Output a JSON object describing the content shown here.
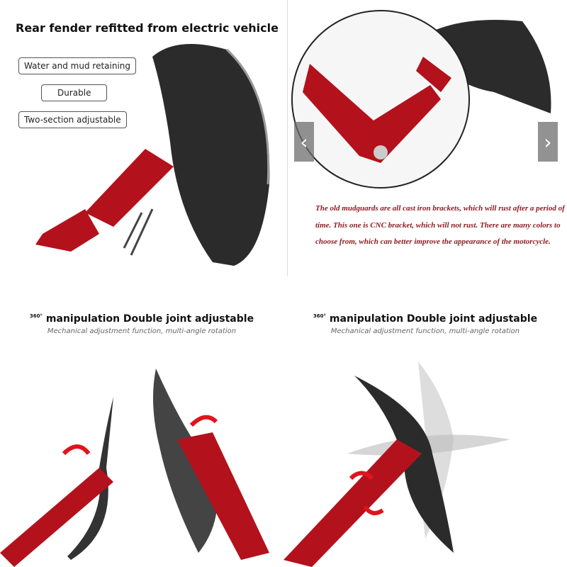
{
  "panel1": {
    "title": "Rear fender refitted from electric vehicle",
    "tags": [
      "Water and mud retaining",
      "Durable",
      "Two-section adjustable"
    ]
  },
  "panel2": {
    "description": "The old mudguards are all cast iron brackets, which will rust after a period of time. This one is CNC bracket, which will not rust. There are many colors to choose from, which can better improve the appearance of the motorcycle.",
    "prev_icon": "chevron-left-icon",
    "next_icon": "chevron-right-icon",
    "prev": "‹",
    "next": "›"
  },
  "panel3": {
    "degree": "360°",
    "heading": "manipulation Double joint adjustable",
    "subheading": "Mechanical adjustment function, multi-angle rotation"
  },
  "panel4": {
    "degree": "360°",
    "heading": "manipulation Double joint adjustable",
    "subheading": "Mechanical adjustment function, multi-angle rotation"
  },
  "colors": {
    "bracket": "#b3121c",
    "fender": "#2a2a2a",
    "text_red": "#8e1b22"
  }
}
